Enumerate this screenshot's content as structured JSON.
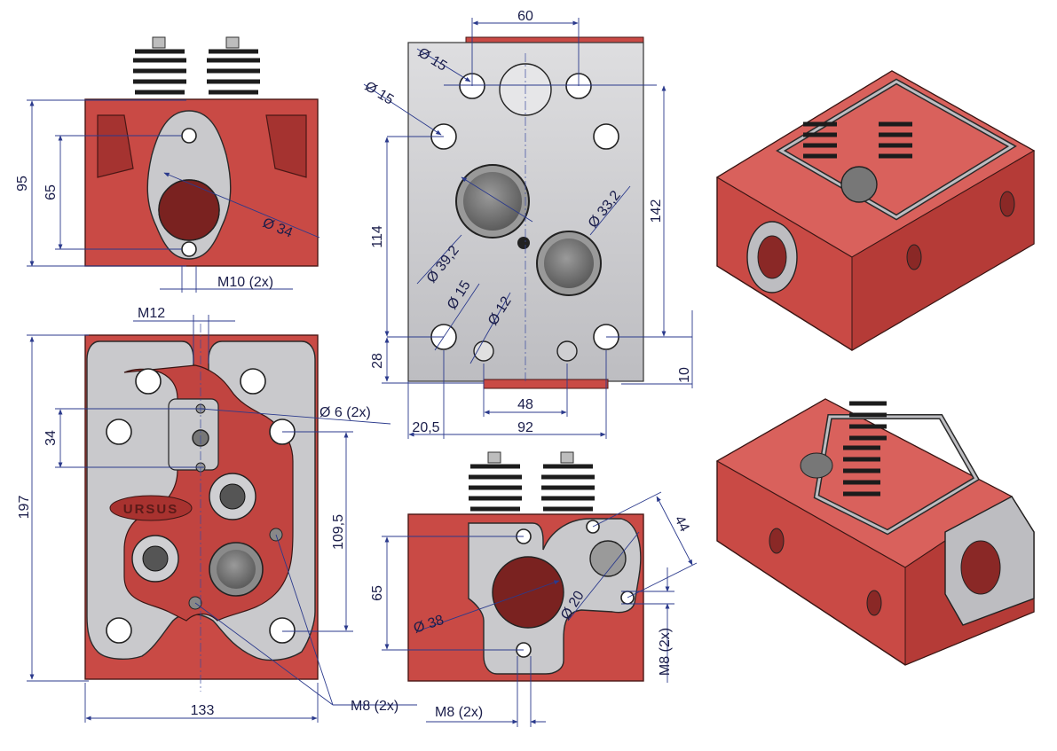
{
  "drawing": {
    "view_top_left": {
      "dims": {
        "height_outer": "95",
        "height_inner": "65",
        "bore": "Ø 34",
        "thread": "M10 (2x)"
      }
    },
    "view_bottom_left": {
      "dims": {
        "thread_top": "M12",
        "height_total": "197",
        "offset_34": "34",
        "pin": "Ø 6  (2x)",
        "spacing": "109,5",
        "width": "133",
        "thread_bottom": "M8 (2x)"
      },
      "logo": "URSUS"
    },
    "view_center_top": {
      "dims": {
        "width_top": "60",
        "hole_a": "Ø 15",
        "hole_b": "Ø 15",
        "port_large": "Ø 39,2",
        "port_small": "Ø 33,2",
        "height_114": "114",
        "height_142": "142",
        "hole_c": "Ø 15",
        "hole_d": "Ø 12",
        "offset_28": "28",
        "offset_10": "10",
        "spacing_48": "48",
        "offset_20_5": "20,5",
        "width_92": "92"
      }
    },
    "view_center_bottom": {
      "dims": {
        "height_65": "65",
        "bore": "Ø 38",
        "port": "Ø 20",
        "diag_44": "44",
        "thread_side": "M8 (2x)",
        "thread_bottom": "M8 (2x)"
      }
    },
    "colors": {
      "body": "#c94a45",
      "gasket": "#c9c9cc",
      "dimension": "#2b3a8c"
    },
    "icons": [
      "cylinder-head-iso-top-icon",
      "cylinder-head-iso-bottom-icon"
    ]
  }
}
